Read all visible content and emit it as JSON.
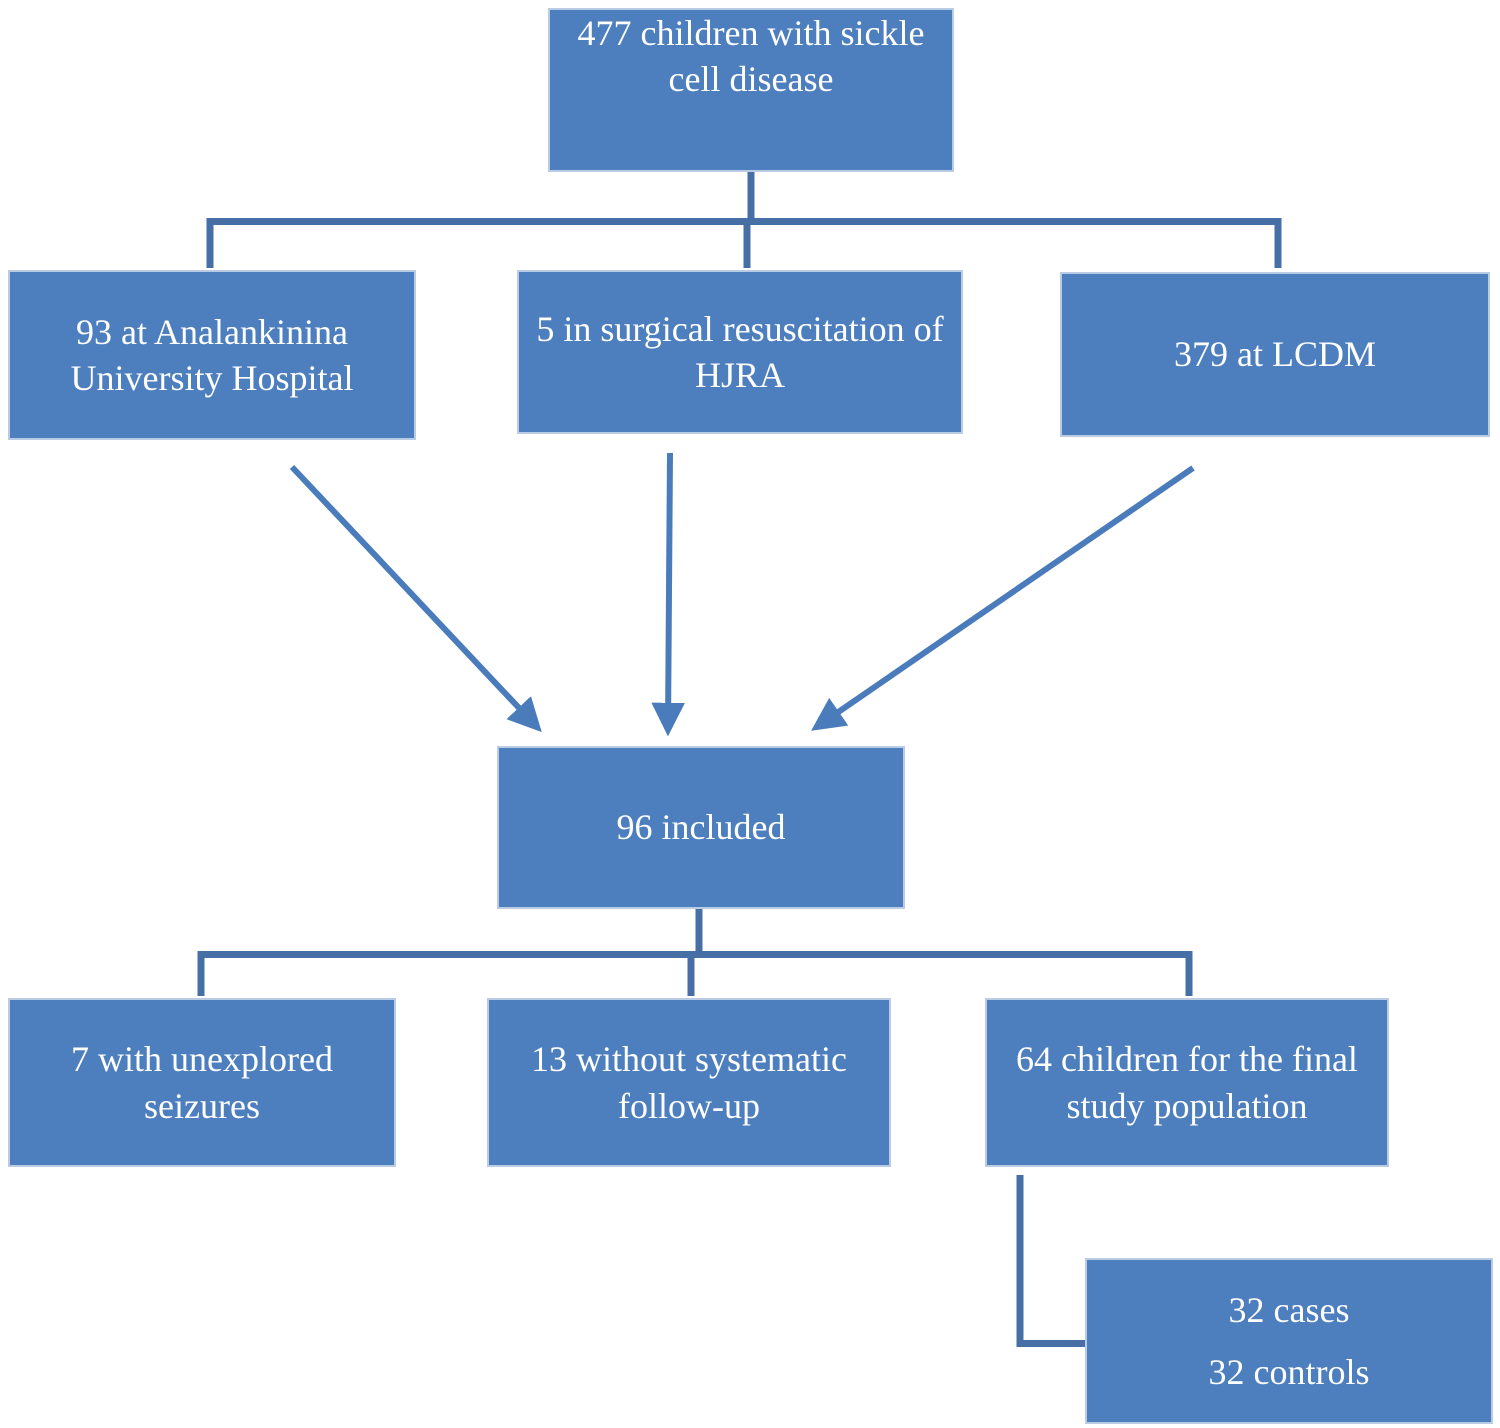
{
  "diagram": {
    "type": "flowchart",
    "description": "Patient selection flow diagram for a sickle cell disease study",
    "nodes": {
      "total": {
        "label": "477 children with sickle cell disease"
      },
      "analankinina": {
        "label": "93 at Analankinina University Hospital"
      },
      "hjra": {
        "label": "5 in surgical resuscitation of HJRA"
      },
      "lcdm": {
        "label": "379 at LCDM"
      },
      "included": {
        "label": "96 included"
      },
      "unexplored": {
        "label": "7 with unexplored seizures"
      },
      "followup": {
        "label": "13 without systematic follow-up"
      },
      "final": {
        "label": "64 children for the final study population"
      },
      "split": {
        "line1": "32 cases",
        "line2": "32 controls"
      }
    },
    "edges": [
      {
        "from": "total",
        "to": "analankinina",
        "style": "elbow"
      },
      {
        "from": "total",
        "to": "hjra",
        "style": "elbow"
      },
      {
        "from": "total",
        "to": "lcdm",
        "style": "elbow"
      },
      {
        "from": "analankinina",
        "to": "included",
        "style": "straight-arrow"
      },
      {
        "from": "hjra",
        "to": "included",
        "style": "straight-arrow"
      },
      {
        "from": "lcdm",
        "to": "included",
        "style": "straight-arrow"
      },
      {
        "from": "included",
        "to": "unexplored",
        "style": "elbow"
      },
      {
        "from": "included",
        "to": "followup",
        "style": "elbow"
      },
      {
        "from": "included",
        "to": "final",
        "style": "elbow"
      },
      {
        "from": "final",
        "to": "split",
        "style": "elbow"
      }
    ],
    "colors": {
      "box_fill": "#4d7fbe",
      "box_border": "#b9cce4",
      "connector_line": "#466fa6",
      "arrow_line": "#4a7cbc",
      "text": "#ffffff",
      "background": "#ffffff"
    }
  }
}
